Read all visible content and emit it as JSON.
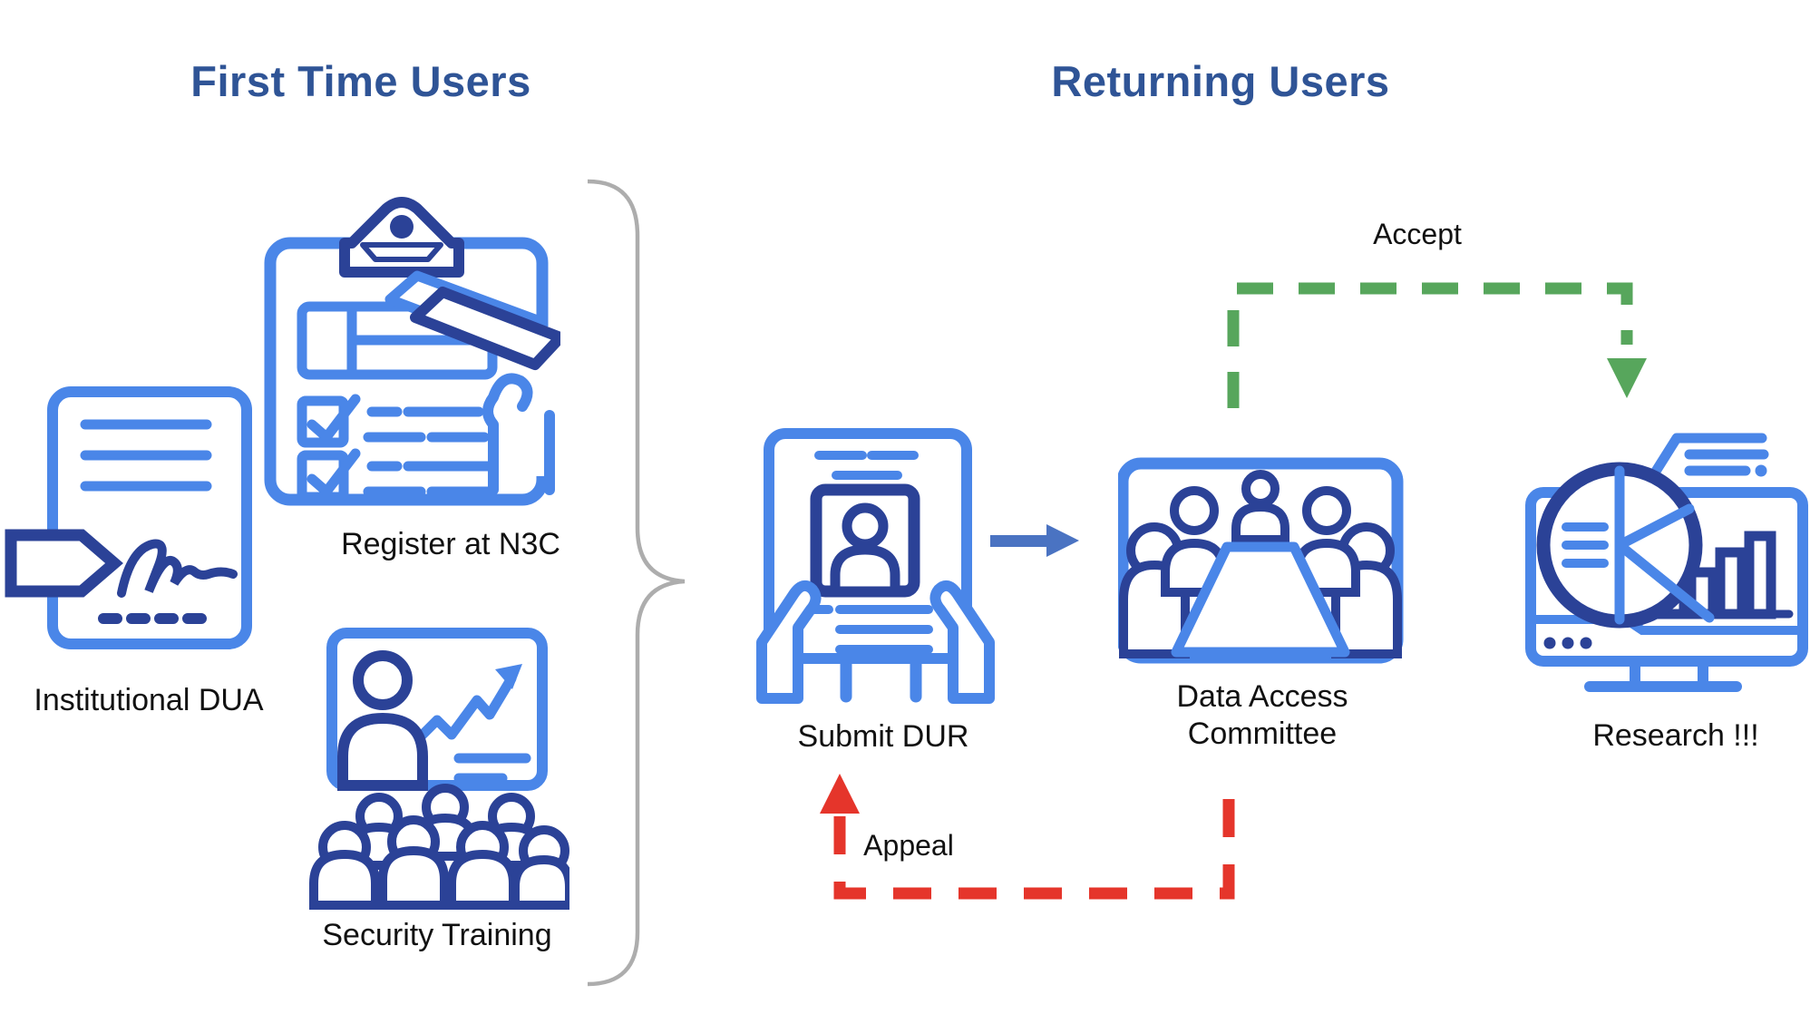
{
  "titles": {
    "first_time": "First Time Users",
    "returning": "Returning Users"
  },
  "labels": {
    "institutional_dua": "Institutional DUA",
    "register": "Register at N3C",
    "security_training": "Security Training",
    "submit_dur": "Submit DUR",
    "committee_line1": "Data Access",
    "committee_line2": "Committee",
    "research": "Research !!!"
  },
  "edges": {
    "accept": {
      "label": "Accept",
      "color": "#57A65C",
      "style": "dashed"
    },
    "appeal": {
      "label": "Appeal",
      "color": "#E5352B",
      "style": "dashed"
    },
    "submit_to_committee": {
      "color": "#4A73C2",
      "style": "solid"
    }
  },
  "icons": {
    "institutional_dua": "document-signature-icon",
    "register": "clipboard-checklist-pen-icon",
    "security_training": "presentation-audience-icon",
    "submit_dur": "hands-holding-application-icon",
    "committee": "meeting-table-people-icon",
    "research": "monitor-charts-icon",
    "grouping": "curly-brace"
  },
  "colors": {
    "primary_blue": "#4A86E8",
    "navy_blue": "#2B4297",
    "title_blue": "#2F5496",
    "green": "#57A65C",
    "red": "#E5352B",
    "arrow_blue": "#4A73C2",
    "brace_gray": "#ADADAD",
    "label_black": "#111111",
    "background": "#FFFFFF"
  }
}
